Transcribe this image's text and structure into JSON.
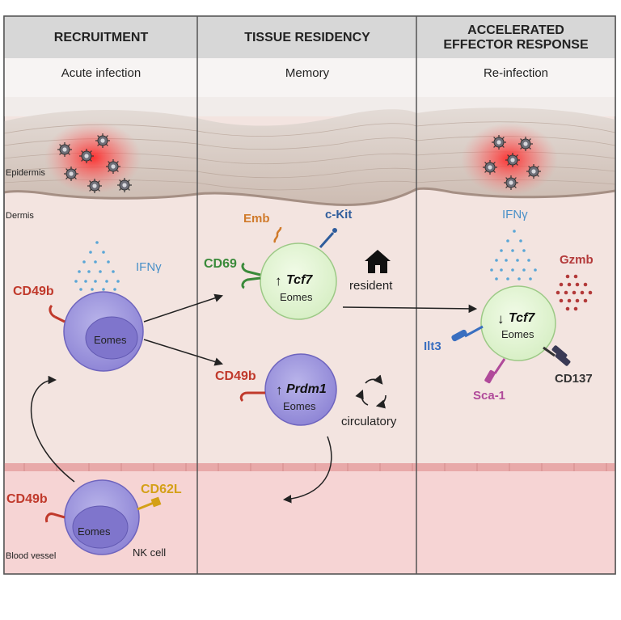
{
  "panels": [
    {
      "title": "RECRUITMENT",
      "subtitle": "Acute infection"
    },
    {
      "title": "TISSUE RESIDENCY",
      "subtitle": "Memory"
    },
    {
      "title_line1": "ACCELERATED",
      "title_line2": "EFFECTOR RESPONSE",
      "subtitle": "Re-infection"
    }
  ],
  "layers": {
    "epidermis": "Epidermis",
    "dermis": "Dermis",
    "blood_vessel": "Blood vessel"
  },
  "panel1": {
    "cd49b_tissue": "CD49b",
    "ifng": "IFNγ",
    "eomes": "Eomes",
    "cd49b_blood": "CD49b",
    "cd62l": "CD62L",
    "eomes_blood": "Eomes",
    "nk_cell": "NK cell"
  },
  "panel2": {
    "emb": "Emb",
    "ckit": "c-Kit",
    "cd69": "CD69",
    "tcf7_arrow": "↑",
    "tcf7": "Tcf7",
    "eomes_res": "Eomes",
    "resident": "resident",
    "cd49b": "CD49b",
    "prdm1_arrow": "↑",
    "prdm1": "Prdm1",
    "eomes_circ": "Eomes",
    "circulatory": "circulatory"
  },
  "panel3": {
    "ifng": "IFNγ",
    "gzmb": "Gzmb",
    "tcf7_arrow": "↓",
    "tcf7": "Tcf7",
    "eomes": "Eomes",
    "ilt3": "Ilt3",
    "sca1": "Sca-1",
    "cd137": "CD137"
  },
  "colors": {
    "cd49b": "#c0392b",
    "cd62l": "#d4a017",
    "emb": "#d07a2a",
    "ckit": "#2f5d9c",
    "cd69": "#3a8a3a",
    "ifng": "#4a90c8",
    "gzmb": "#b33a3a",
    "ilt3": "#3a6fc0",
    "sca1": "#b04a9a",
    "cd137": "#333333"
  }
}
